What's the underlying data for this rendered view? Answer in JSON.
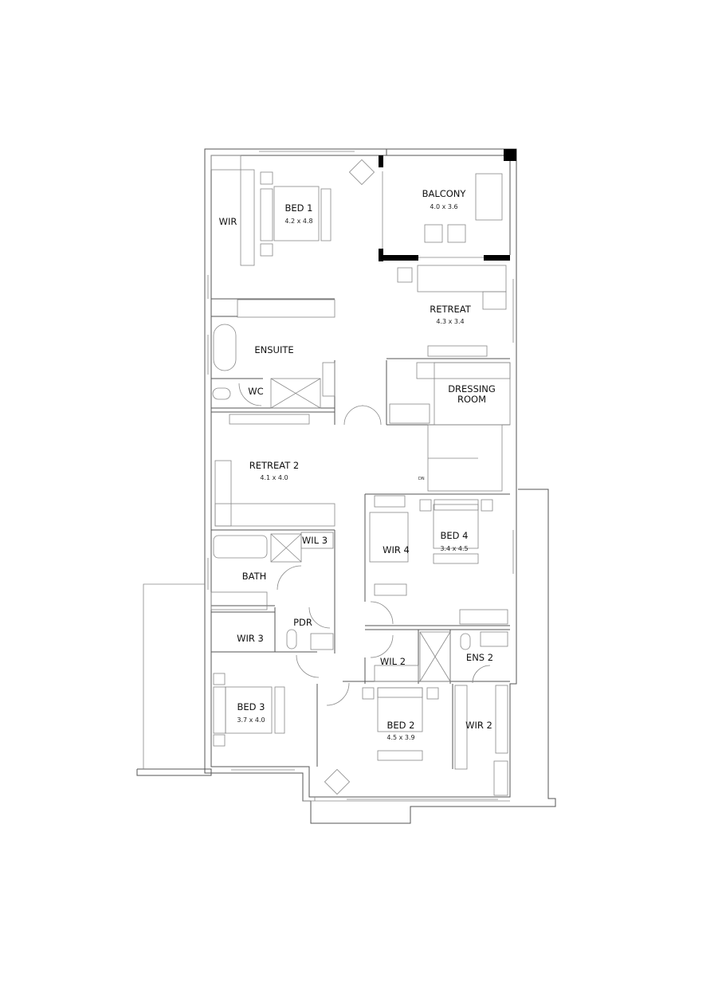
{
  "plan": {
    "rooms": {
      "bed1": {
        "name": "BED 1",
        "size": "4.2 x 4.8"
      },
      "wir": {
        "name": "WIR"
      },
      "balcony": {
        "name": "BALCONY",
        "size": "4.0 x 3.6"
      },
      "retreat": {
        "name": "RETREAT",
        "size": "4.3 x 3.4"
      },
      "ensuite": {
        "name": "ENSUITE"
      },
      "wc": {
        "name": "WC"
      },
      "dressing": {
        "name_line1": "DRESSING",
        "name_line2": "ROOM"
      },
      "retreat2": {
        "name": "RETREAT 2",
        "size": "4.1 x 4.0"
      },
      "wil3": {
        "name": "WIL 3"
      },
      "bath": {
        "name": "BATH"
      },
      "wir4": {
        "name": "WIR 4"
      },
      "bed4": {
        "name": "BED 4",
        "size": "3.4 x 4.5"
      },
      "pdr": {
        "name": "PDR"
      },
      "wir3": {
        "name": "WIR 3"
      },
      "wil2": {
        "name": "WIL 2"
      },
      "ens2": {
        "name": "ENS 2"
      },
      "bed3": {
        "name": "BED 3",
        "size": "3.7 x 4.0"
      },
      "bed2": {
        "name": "BED 2",
        "size": "4.5 x 3.9"
      },
      "wir2": {
        "name": "WIR 2"
      }
    },
    "stair_label": "DN"
  }
}
